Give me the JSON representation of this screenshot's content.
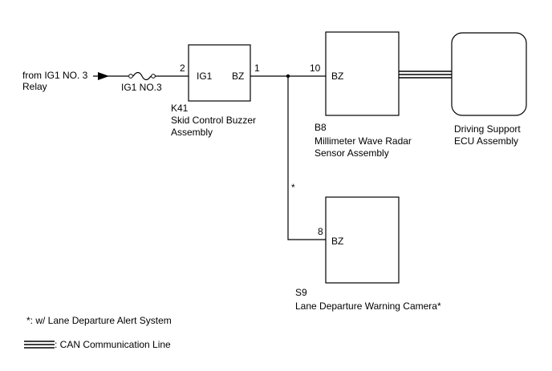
{
  "source": {
    "line1": "from IG1 NO. 3",
    "line2": "Relay"
  },
  "fuse": {
    "label": "IG1 NO.3"
  },
  "k41": {
    "code": "K41",
    "name_line1": "Skid Control Buzzer",
    "name_line2": "Assembly",
    "pin_in_num": "2",
    "pin_in_label": "IG1",
    "pin_out_num": "1",
    "pin_out_label": "BZ"
  },
  "b8": {
    "code": "B8",
    "name_line1": "Millimeter Wave Radar",
    "name_line2": "Sensor Assembly",
    "pin_num": "10",
    "pin_label": "BZ"
  },
  "ecu": {
    "name_line1": "Driving Support",
    "name_line2": "ECU Assembly"
  },
  "s9": {
    "code": "S9",
    "name_line1": "Lane Departure Warning Camera*",
    "pin_num": "8",
    "pin_label": "BZ"
  },
  "branch_note": "*",
  "legend": {
    "note": "*: w/ Lane Departure Alert System",
    "can_label": ": CAN Communication Line"
  }
}
